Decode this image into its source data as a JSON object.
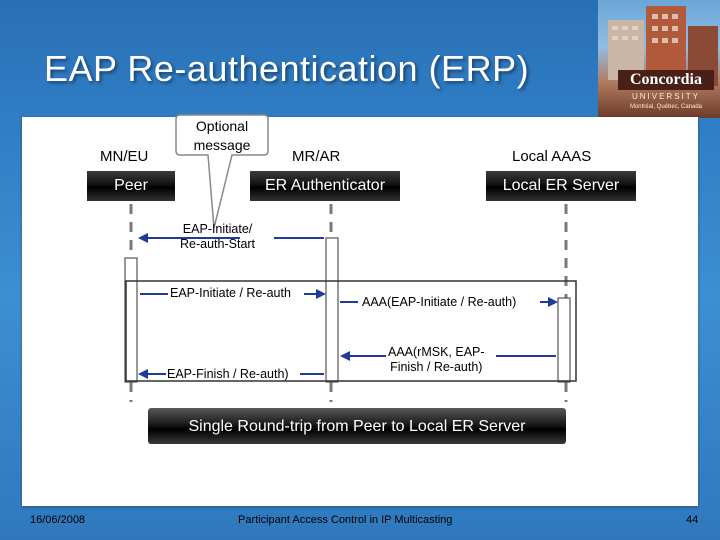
{
  "slide": {
    "title": "EAP Re-authentication (ERP)",
    "logo": {
      "name": "Concordia",
      "sub": "UNIVERSITY",
      "place": "Montréal, Québec, Canada"
    }
  },
  "entities": [
    {
      "name": "MN/EU",
      "role": "Peer"
    },
    {
      "name": "MR/AR",
      "role": "ER Authenticator"
    },
    {
      "name": "Local AAAS",
      "role": "Local ER Server"
    }
  ],
  "callout": "Optional message",
  "messages": {
    "initiate_start": [
      "EAP-Initiate/",
      "Re-auth-Start"
    ],
    "initiate": "EAP-Initiate / Re-auth",
    "aaa_initiate": "AAA(EAP-Initiate / Re-auth)",
    "aaa_finish": [
      "AAA(rMSK, EAP-",
      "Finish / Re-auth)"
    ],
    "finish": "EAP-Finish / Re-auth)"
  },
  "banner": "Single Round-trip from Peer to Local ER Server",
  "footer": {
    "date": "16/06/2008",
    "center": "Participant Access Control in IP Multicasting",
    "page": "44"
  },
  "colors": {
    "arrow": "#1f3b9e",
    "background": "#2e7bc2"
  }
}
